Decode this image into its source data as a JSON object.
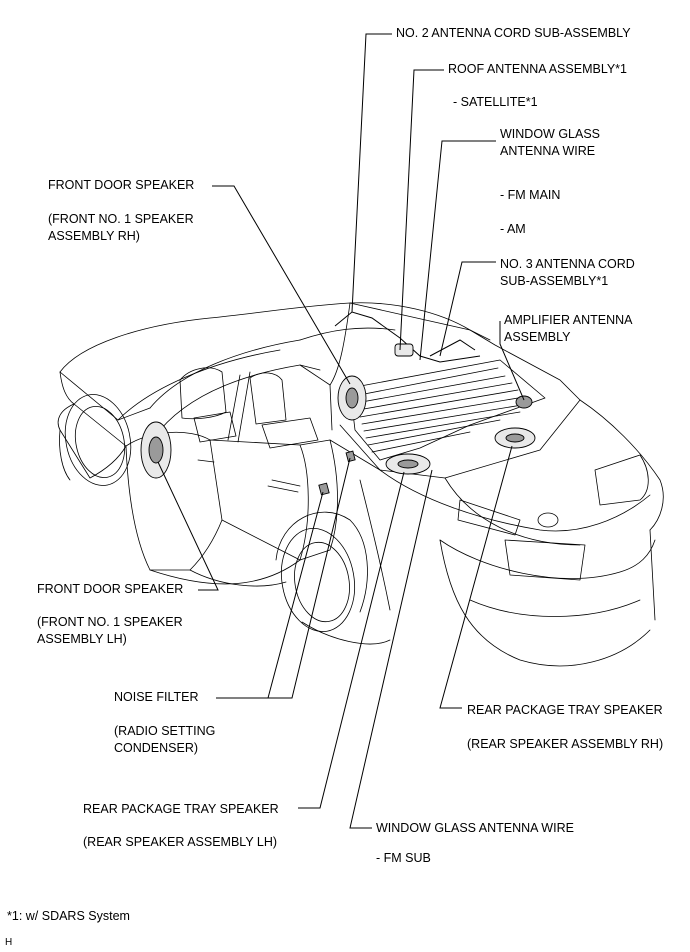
{
  "labels": {
    "no2_cord": "NO. 2 ANTENNA CORD SUB-ASSEMBLY",
    "roof_antenna": "ROOF ANTENNA ASSEMBLY*1",
    "satellite": "- SATELLITE*1",
    "window_glass_wire_1": "WINDOW GLASS",
    "window_glass_wire_2": "ANTENNA WIRE",
    "fm_main": "- FM MAIN",
    "am": "- AM",
    "no3_cord_1": "NO. 3 ANTENNA CORD",
    "no3_cord_2": "SUB-ASSEMBLY*1",
    "amp_antenna_1": "AMPLIFIER ANTENNA",
    "amp_antenna_2": "ASSEMBLY",
    "front_door_rh": "FRONT DOOR SPEAKER",
    "front_door_rh_sub_1": "(FRONT NO. 1 SPEAKER",
    "front_door_rh_sub_2": "ASSEMBLY RH)",
    "front_door_lh": "FRONT DOOR SPEAKER",
    "front_door_lh_sub_1": "(FRONT NO. 1 SPEAKER",
    "front_door_lh_sub_2": "ASSEMBLY LH)",
    "noise_filter": "NOISE FILTER",
    "noise_filter_sub_1": "(RADIO SETTING",
    "noise_filter_sub_2": "CONDENSER)",
    "rear_tray_rh": "REAR PACKAGE TRAY SPEAKER",
    "rear_tray_rh_sub": "(REAR SPEAKER ASSEMBLY RH)",
    "rear_tray_lh": "REAR PACKAGE TRAY SPEAKER",
    "rear_tray_lh_sub": "(REAR SPEAKER ASSEMBLY LH)",
    "window_glass_wire_sub": "WINDOW GLASS ANTENNA WIRE",
    "fm_sub": "- FM SUB"
  },
  "footnote": "*1: w/ SDARS System",
  "corner_code": "H"
}
